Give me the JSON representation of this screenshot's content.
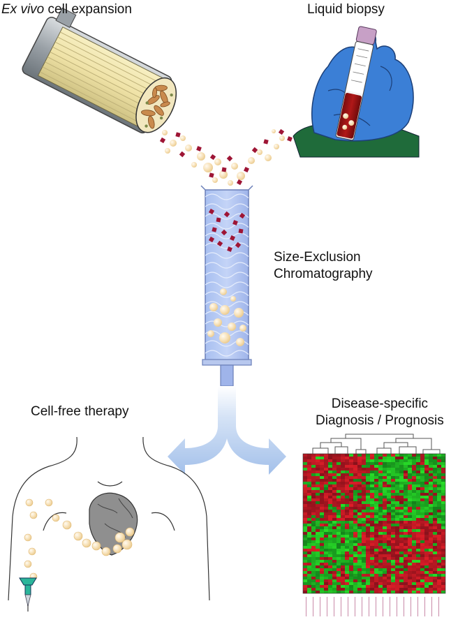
{
  "labels": {
    "expansion_italic": "Ex vivo",
    "expansion_rest": " cell expansion",
    "biopsy": "Liquid biopsy",
    "sec_line1": "Size-Exclusion",
    "sec_line2": "Chromatography",
    "therapy": "Cell-free therapy",
    "diag_line1": "Disease-specific",
    "diag_line2": "Diagnosis / Prognosis"
  },
  "colors": {
    "vesicle": "#f6dfb4",
    "protein": "#9e1535",
    "column": "#9fb4ea",
    "glove": "#3b7fd6",
    "arrow": "#a9c6ee",
    "heatmap_red": "#c01b2b",
    "heatmap_green": "#1aa02a"
  },
  "icons": [
    "bioreactor-icon",
    "blood-tube-icon",
    "glove-hand-icon",
    "chromatography-column-icon",
    "split-arrow-icon",
    "human-torso-icon",
    "heart-icon",
    "catheter-icon",
    "heatmap-icon"
  ]
}
